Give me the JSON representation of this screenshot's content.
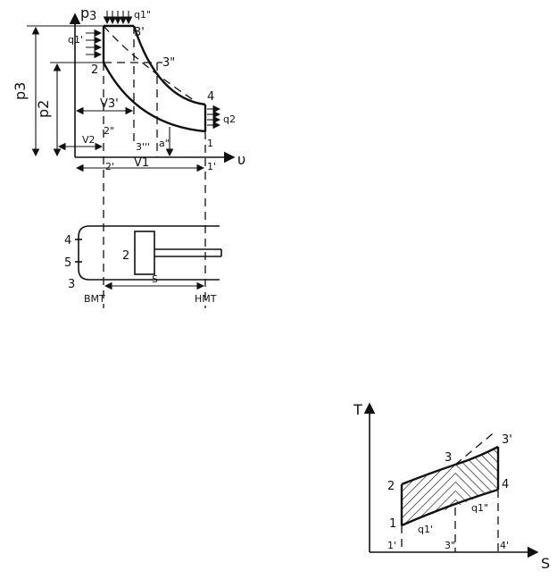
{
  "pv_diagram": {
    "p_axis": "p",
    "v_axis": "υ",
    "dim_p3": "p3",
    "dim_p2": "p2",
    "dim_v3p": "V3'",
    "dim_v2": "V2",
    "dim_v1": "V1",
    "heat_q1p": "q1'",
    "heat_q1pp": "q1\"",
    "heat_q2": "q2",
    "pt_3": "3",
    "pt_3p": "3'",
    "pt_3pp": "3\"",
    "pt_3ppp": "3'''",
    "pt_2": "2",
    "pt_2p": "2'",
    "pt_2pp": "2\"",
    "pt_4": "4",
    "pt_1": "1",
    "pt_1p": "1'",
    "pt_a": "a\""
  },
  "cylinder": {
    "valve_4": "4",
    "valve_5": "5",
    "valve_3": "3",
    "piston_label": "2",
    "stroke": "S",
    "tdc": "ВМТ",
    "bdc": "НМТ"
  },
  "ts_diagram": {
    "t_axis": "T",
    "s_axis": "S",
    "pt_1": "1",
    "pt_2": "2",
    "pt_3": "3",
    "pt_3p": "3'",
    "pt_4": "4",
    "heat_q1p": "q1'",
    "heat_q1pp": "q1\"",
    "tick_1p": "1'",
    "tick_3pp": "3\"",
    "tick_4p": "4'"
  }
}
